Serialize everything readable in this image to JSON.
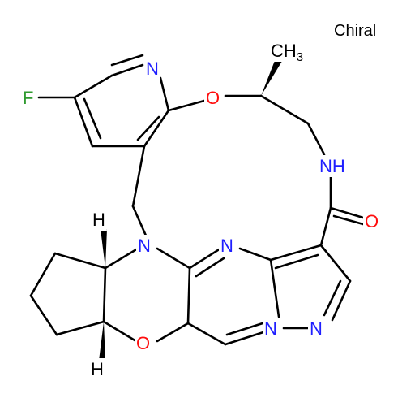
{
  "chiral_label": "Chiral",
  "colors": {
    "bond": "#000000",
    "N": "#1f1fff",
    "O": "#ff0d0d",
    "F": "#2f9a2f",
    "H": "#000000",
    "C": "#000000"
  },
  "atoms": [
    {
      "label": "F",
      "element": "F"
    },
    {
      "label": "N",
      "element": "N"
    },
    {
      "label": "O",
      "element": "O"
    },
    {
      "label": "CH3",
      "element": "C"
    },
    {
      "label": "NH",
      "element": "N"
    },
    {
      "label": "O",
      "element": "O"
    },
    {
      "label": "H",
      "element": "H"
    },
    {
      "label": "N",
      "element": "N"
    },
    {
      "label": "N",
      "element": "N"
    },
    {
      "label": "N",
      "element": "N"
    },
    {
      "label": "N",
      "element": "N"
    },
    {
      "label": "O",
      "element": "O"
    },
    {
      "label": "H",
      "element": "H"
    }
  ]
}
